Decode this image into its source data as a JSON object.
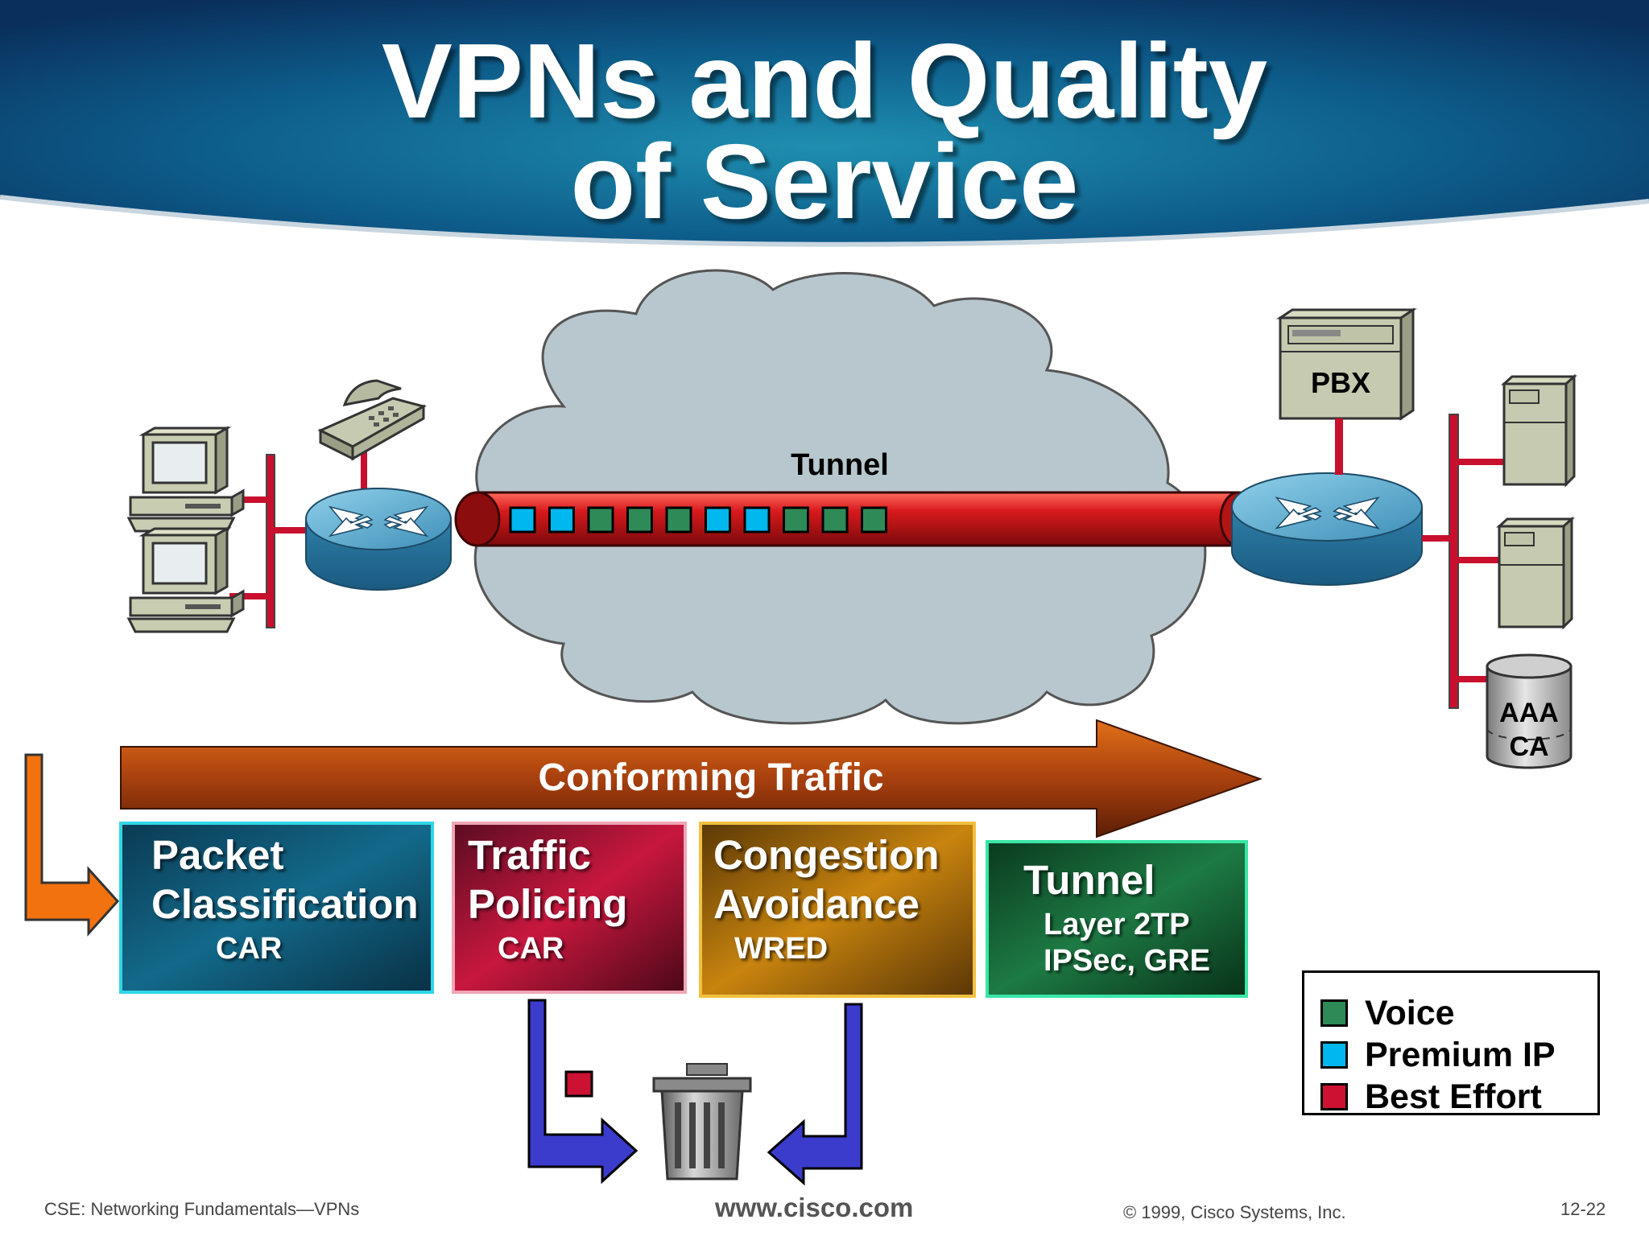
{
  "title": {
    "line1": "VPNs and Quality",
    "line2": "of Service"
  },
  "diagram": {
    "tunnel_label": "Tunnel",
    "pbx_label": "PBX",
    "aaa_label": "AAA",
    "ca_label": "CA",
    "flow_arrow_label": "Conforming Traffic",
    "tunnel_packets": [
      "Premium IP",
      "Premium IP",
      "Voice",
      "Voice",
      "Voice",
      "Premium IP",
      "Premium IP",
      "Voice",
      "Voice",
      "Voice"
    ],
    "dropped_packet": "Best Effort",
    "stages": [
      {
        "line1": "Packet",
        "line2": "Classification",
        "sub1": "CAR"
      },
      {
        "line1": "Traffic",
        "line2": "Policing",
        "sub1": "CAR"
      },
      {
        "line1": "Congestion",
        "line2": "Avoidance",
        "sub1": "WRED"
      },
      {
        "line1": "Tunnel",
        "sub1": "Layer 2TP",
        "sub2": "IPSec, GRE"
      }
    ]
  },
  "legend": {
    "items": [
      {
        "label": "Voice",
        "color": "#2e8b57"
      },
      {
        "label": "Premium IP",
        "color": "#00b7ee"
      },
      {
        "label": "Best Effort",
        "color": "#cc1133"
      }
    ]
  },
  "colors": {
    "packet_voice": "#2e8b57",
    "packet_premium": "#00b7ee",
    "packet_best_effort": "#cc1133",
    "tunnel": "#d41e1e",
    "ethernet": "#c8102e"
  },
  "footer": {
    "left": "CSE: Networking Fundamentals—VPNs",
    "center": "www.cisco.com",
    "right": "© 1999, Cisco Systems, Inc.",
    "page": "12-22"
  }
}
